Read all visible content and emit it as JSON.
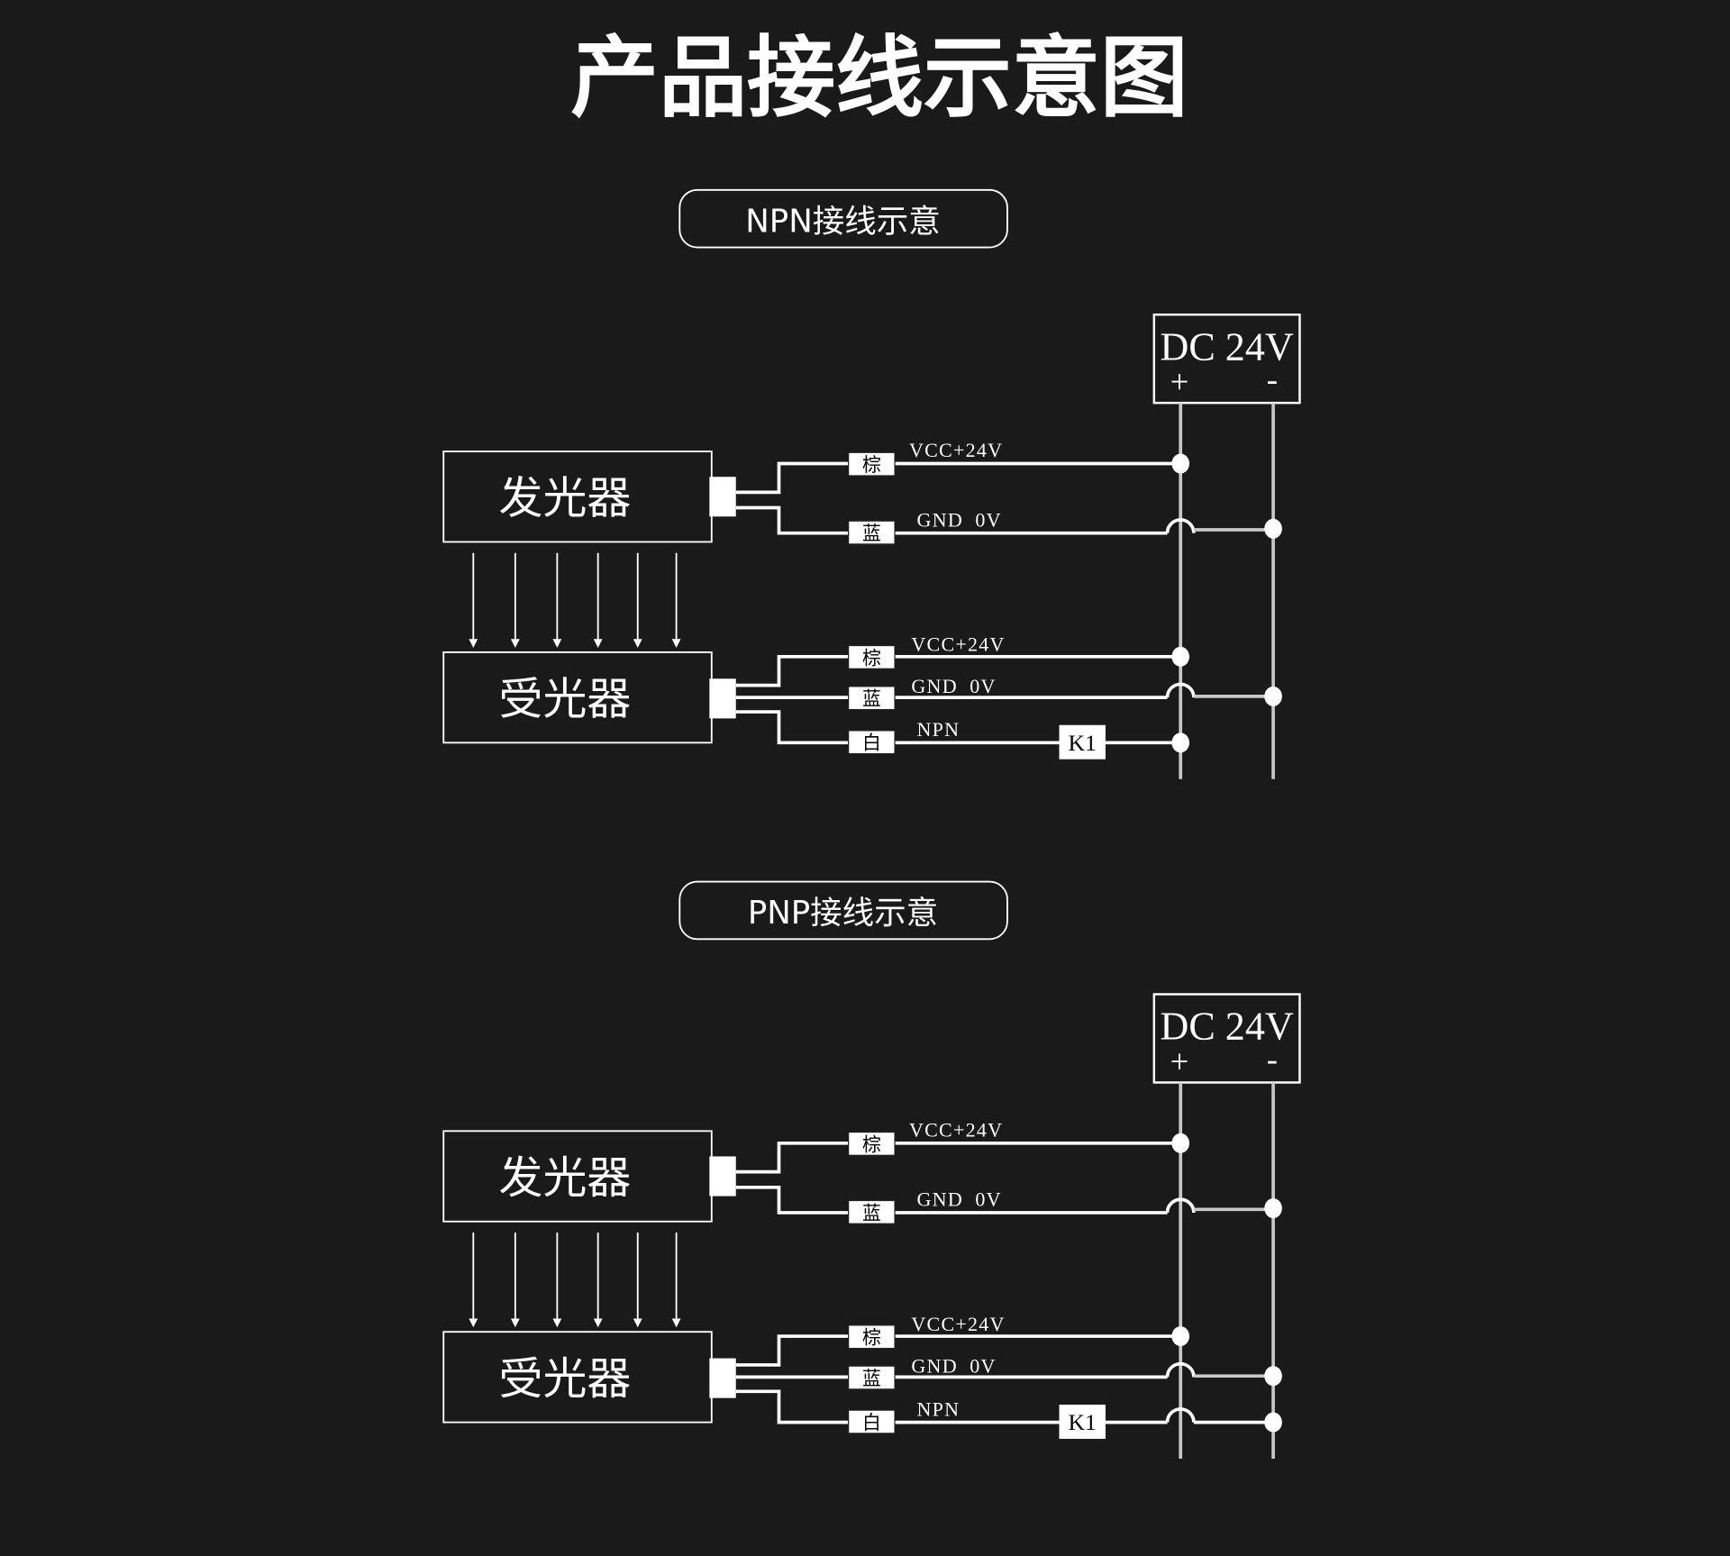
{
  "title": "产品接线示意图",
  "colors": {
    "background": "#1a1a1a",
    "line": "#ffffff",
    "rail": "#cccccc"
  },
  "diagrams": [
    {
      "pill": "NPN接线示意",
      "power": {
        "label": "DC 24V",
        "plus": "+",
        "minus": "-"
      },
      "emitter": {
        "label": "发光器",
        "wires": [
          {
            "tag": "棕",
            "label": "VCC+24V"
          },
          {
            "tag": "蓝",
            "label": "GND  0V"
          }
        ]
      },
      "receiver": {
        "label": "受光器",
        "wires": [
          {
            "tag": "棕",
            "label": "VCC+24V"
          },
          {
            "tag": "蓝",
            "label": "GND  0V"
          },
          {
            "tag": "白",
            "label": "NPN"
          }
        ]
      },
      "load": "K1",
      "output_to": "plus"
    },
    {
      "pill": "PNP接线示意",
      "power": {
        "label": "DC 24V",
        "plus": "+",
        "minus": "-"
      },
      "emitter": {
        "label": "发光器",
        "wires": [
          {
            "tag": "棕",
            "label": "VCC+24V"
          },
          {
            "tag": "蓝",
            "label": "GND  0V"
          }
        ]
      },
      "receiver": {
        "label": "受光器",
        "wires": [
          {
            "tag": "棕",
            "label": "VCC+24V"
          },
          {
            "tag": "蓝",
            "label": "GND  0V"
          },
          {
            "tag": "白",
            "label": "NPN"
          }
        ]
      },
      "load": "K1",
      "output_to": "minus"
    }
  ]
}
